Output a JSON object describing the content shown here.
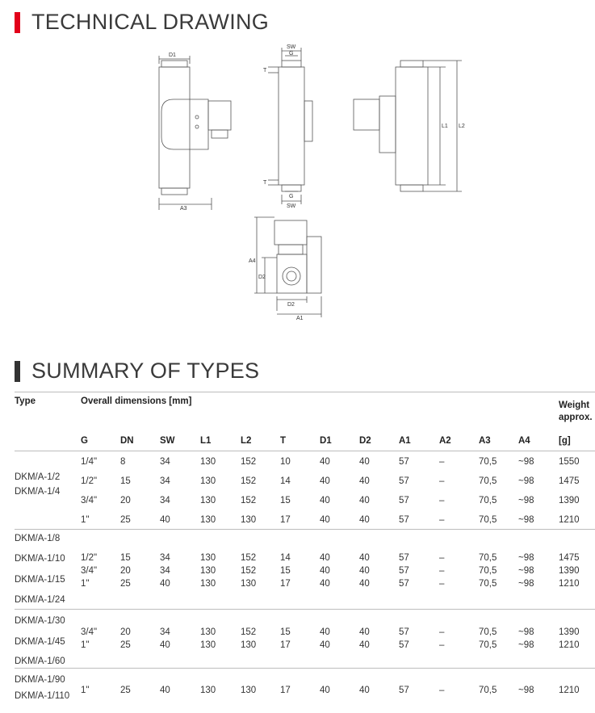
{
  "headings": {
    "technical_drawing": "TECHNICAL DRAWING",
    "summary": "SUMMARY OF TYPES"
  },
  "colors": {
    "accent": "#e2001a",
    "heading_bar_dark": "#333333"
  },
  "drawing_labels": {
    "d1": "D1",
    "a3": "A3",
    "sw_top": "SW",
    "g_top": "G",
    "t_top": "T",
    "t_bottom": "T",
    "g_bottom": "G",
    "sw_bottom": "SW",
    "l1": "L1",
    "l2": "L2",
    "a4": "A4",
    "d2_side": "D2",
    "d2_bottom": "D2",
    "a1": "A1"
  },
  "table": {
    "type_header": "Type",
    "dims_header": "Overall dimensions [mm]",
    "weight_header_1": "Weight",
    "weight_header_2": "approx.",
    "columns": [
      "G",
      "DN",
      "SW",
      "L1",
      "L2",
      "T",
      "D1",
      "D2",
      "A1",
      "A2",
      "A3",
      "A4",
      "[g]"
    ],
    "groups": [
      {
        "types": [
          "DKM/A-1/2",
          "DKM/A-1/4"
        ],
        "rows": [
          [
            "1/4\"",
            "8",
            "34",
            "130",
            "152",
            "10",
            "40",
            "40",
            "57",
            "–",
            "70,5",
            "~98",
            "1550"
          ],
          [
            "1/2\"",
            "15",
            "34",
            "130",
            "152",
            "14",
            "40",
            "40",
            "57",
            "–",
            "70,5",
            "~98",
            "1475"
          ],
          [
            "3/4\"",
            "20",
            "34",
            "130",
            "152",
            "15",
            "40",
            "40",
            "57",
            "–",
            "70,5",
            "~98",
            "1390"
          ],
          [
            "1\"",
            "25",
            "40",
            "130",
            "130",
            "17",
            "40",
            "40",
            "57",
            "–",
            "70,5",
            "~98",
            "1210"
          ]
        ]
      },
      {
        "types": [
          "DKM/A-1/8",
          "DKM/A-1/10",
          "DKM/A-1/15",
          "DKM/A-1/24"
        ],
        "rows": [
          [
            "1/2\"",
            "15",
            "34",
            "130",
            "152",
            "14",
            "40",
            "40",
            "57",
            "–",
            "70,5",
            "~98",
            "1475"
          ],
          [
            "3/4\"",
            "20",
            "34",
            "130",
            "152",
            "15",
            "40",
            "40",
            "57",
            "–",
            "70,5",
            "~98",
            "1390"
          ],
          [
            "1\"",
            "25",
            "40",
            "130",
            "130",
            "17",
            "40",
            "40",
            "57",
            "–",
            "70,5",
            "~98",
            "1210"
          ]
        ]
      },
      {
        "types": [
          "DKM/A-1/30",
          "DKM/A-1/45",
          "DKM/A-1/60"
        ],
        "rows": [
          [
            "3/4\"",
            "20",
            "34",
            "130",
            "152",
            "15",
            "40",
            "40",
            "57",
            "–",
            "70,5",
            "~98",
            "1390"
          ],
          [
            "1\"",
            "25",
            "40",
            "130",
            "130",
            "17",
            "40",
            "40",
            "57",
            "–",
            "70,5",
            "~98",
            "1210"
          ]
        ]
      },
      {
        "types": [
          "DKM/A-1/90",
          "DKM/A-1/110"
        ],
        "rows": [
          [
            "1\"",
            "25",
            "40",
            "130",
            "130",
            "17",
            "40",
            "40",
            "57",
            "–",
            "70,5",
            "~98",
            "1210"
          ]
        ]
      }
    ]
  }
}
